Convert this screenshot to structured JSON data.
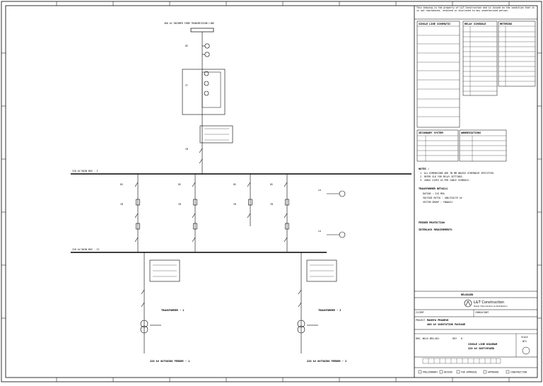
{
  "title_block": {
    "note": "This drawing is the property of L&T Construction and is issued on the condition that it is not reproduced, retained or disclosed to any unauthorised person.",
    "legend_header": "SINGLE LINE SCHEMATIC",
    "relay_header": "RELAY SCHEDULE",
    "meter_header": "METERING",
    "secondary_header": "SECONDARY SYSTEM",
    "abbr_header": "ABBREVIATIONS",
    "notes_header": "NOTES :",
    "notes": [
      "1. ALL DIMENSIONS ARE IN MM UNLESS OTHERWISE SPECIFIED.",
      "2. REFER SLD FOR RELAY SETTINGS.",
      "3. CABLE SIZES AS PER CABLE SCHEDULE."
    ],
    "spec_header": "TRANSFORMER DETAILS",
    "spec_lines": [
      "RATING : 315 MVA",
      "VOLTAGE RATIO : 400/220/33 kV",
      "VECTOR GROUP : YNa0d11"
    ],
    "protect_header": "FEEDER PROTECTION",
    "interlock_header": "INTERLOCK REQUIREMENTS",
    "released": "RELEASED",
    "company": "L&T Construction",
    "tagline": "Power Transmission & Distribution",
    "client_label": "CLIENT",
    "consultant_label": "CONSULTANT",
    "project_label": "PROJECT",
    "project_title": "MADHYA PRADESH",
    "project_sub": "400 kV SUBSTATION PACKAGE",
    "drawing_label": "DRG. NO.",
    "drawing_no": "LE-DRG-001",
    "rev_label": "REV",
    "rev": "0",
    "sheet_title_1": "SINGLE LINE DIAGRAM",
    "sheet_title_2": "220 kV SWITCHYARD",
    "scale_label": "SCALE",
    "scale": "NTS",
    "status_items": [
      "PRELIMINARY",
      "REVIEW",
      "FOR APPROVAL",
      "APPROVED",
      "CONSTRUCTION"
    ]
  },
  "diagram": {
    "incomer_label": "400 kV INCOMER FROM TRANSMISSION LINE",
    "bus1_label": "220 kV MAIN BUS - I",
    "bus2_label": "220 kV MAIN BUS - II",
    "transformer_1": "TRANSFORMER - 1",
    "transformer_2": "TRANSFORMER - 2",
    "outgoing_1": "220 kV OUTGOING FEEDER - 1",
    "outgoing_2": "220 kV OUTGOING FEEDER - 2",
    "cb_label": "CB",
    "ct_label": "CT",
    "ds_label": "DS",
    "es_label": "ES",
    "la_label": "LA"
  }
}
